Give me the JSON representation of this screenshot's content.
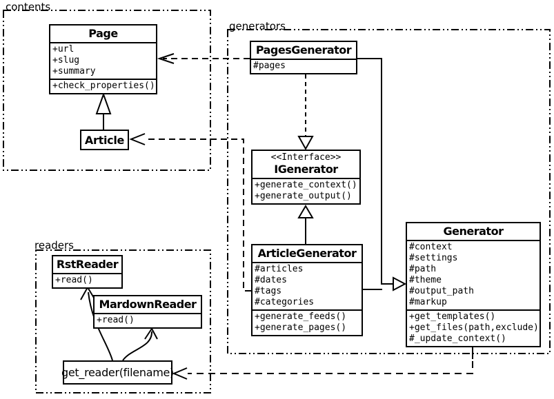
{
  "diagram_type": "uml-class-diagram",
  "colors": {
    "line": "#000000",
    "background": "#ffffff",
    "box_fill": "#ffffff",
    "text": "#000000"
  },
  "packages": {
    "contents": {
      "label": "contents"
    },
    "generators": {
      "label": "generators"
    },
    "readers": {
      "label": "readers"
    }
  },
  "classes": {
    "page": {
      "name": "Page",
      "attributes": [
        "+url",
        "+slug",
        "+summary"
      ],
      "methods": [
        "+check_properties()"
      ]
    },
    "article": {
      "name": "Article"
    },
    "pages_generator": {
      "name": "PagesGenerator",
      "attributes": [
        "#pages"
      ]
    },
    "igenerator": {
      "stereotype": "<<Interface>>",
      "name": "IGenerator",
      "methods": [
        "+generate_context()",
        "+generate_output()"
      ]
    },
    "article_generator": {
      "name": "ArticleGenerator",
      "attributes": [
        "#articles",
        "#dates",
        "#tags",
        "#categories"
      ],
      "methods": [
        "+generate_feeds()",
        "+generate_pages()"
      ]
    },
    "generator": {
      "name": "Generator",
      "attributes": [
        "#context",
        "#settings",
        "#path",
        "#theme",
        "#output_path",
        "#markup"
      ],
      "methods": [
        "+get_templates()",
        "+get_files(path,exclude)",
        "#_update_context()"
      ]
    },
    "rst_reader": {
      "name": "RstReader",
      "methods": [
        "+read()"
      ]
    },
    "mardown_reader": {
      "name": "MardownReader",
      "methods": [
        "+read()"
      ]
    },
    "get_reader": {
      "label": "get_reader(filename)"
    }
  },
  "relationships": [
    {
      "from": "Article",
      "to": "Page",
      "type": "inheritance"
    },
    {
      "from": "PagesGenerator",
      "to": "Page",
      "type": "dependency-dashed"
    },
    {
      "from": "ArticleGenerator",
      "to": "Article",
      "type": "dependency-dashed"
    },
    {
      "from": "PagesGenerator",
      "to": "IGenerator",
      "type": "realization-dashed"
    },
    {
      "from": "ArticleGenerator",
      "to": "IGenerator",
      "type": "inheritance"
    },
    {
      "from": "PagesGenerator",
      "to": "Generator",
      "type": "inheritance"
    },
    {
      "from": "ArticleGenerator",
      "to": "Generator",
      "type": "inheritance"
    },
    {
      "from": "Generator",
      "to": "get_reader(filename)",
      "type": "dependency-dashed"
    },
    {
      "from": "get_reader(filename)",
      "to": "RstReader",
      "type": "arrow-curved"
    },
    {
      "from": "get_reader(filename)",
      "to": "MardownReader",
      "type": "arrow-curved"
    }
  ]
}
